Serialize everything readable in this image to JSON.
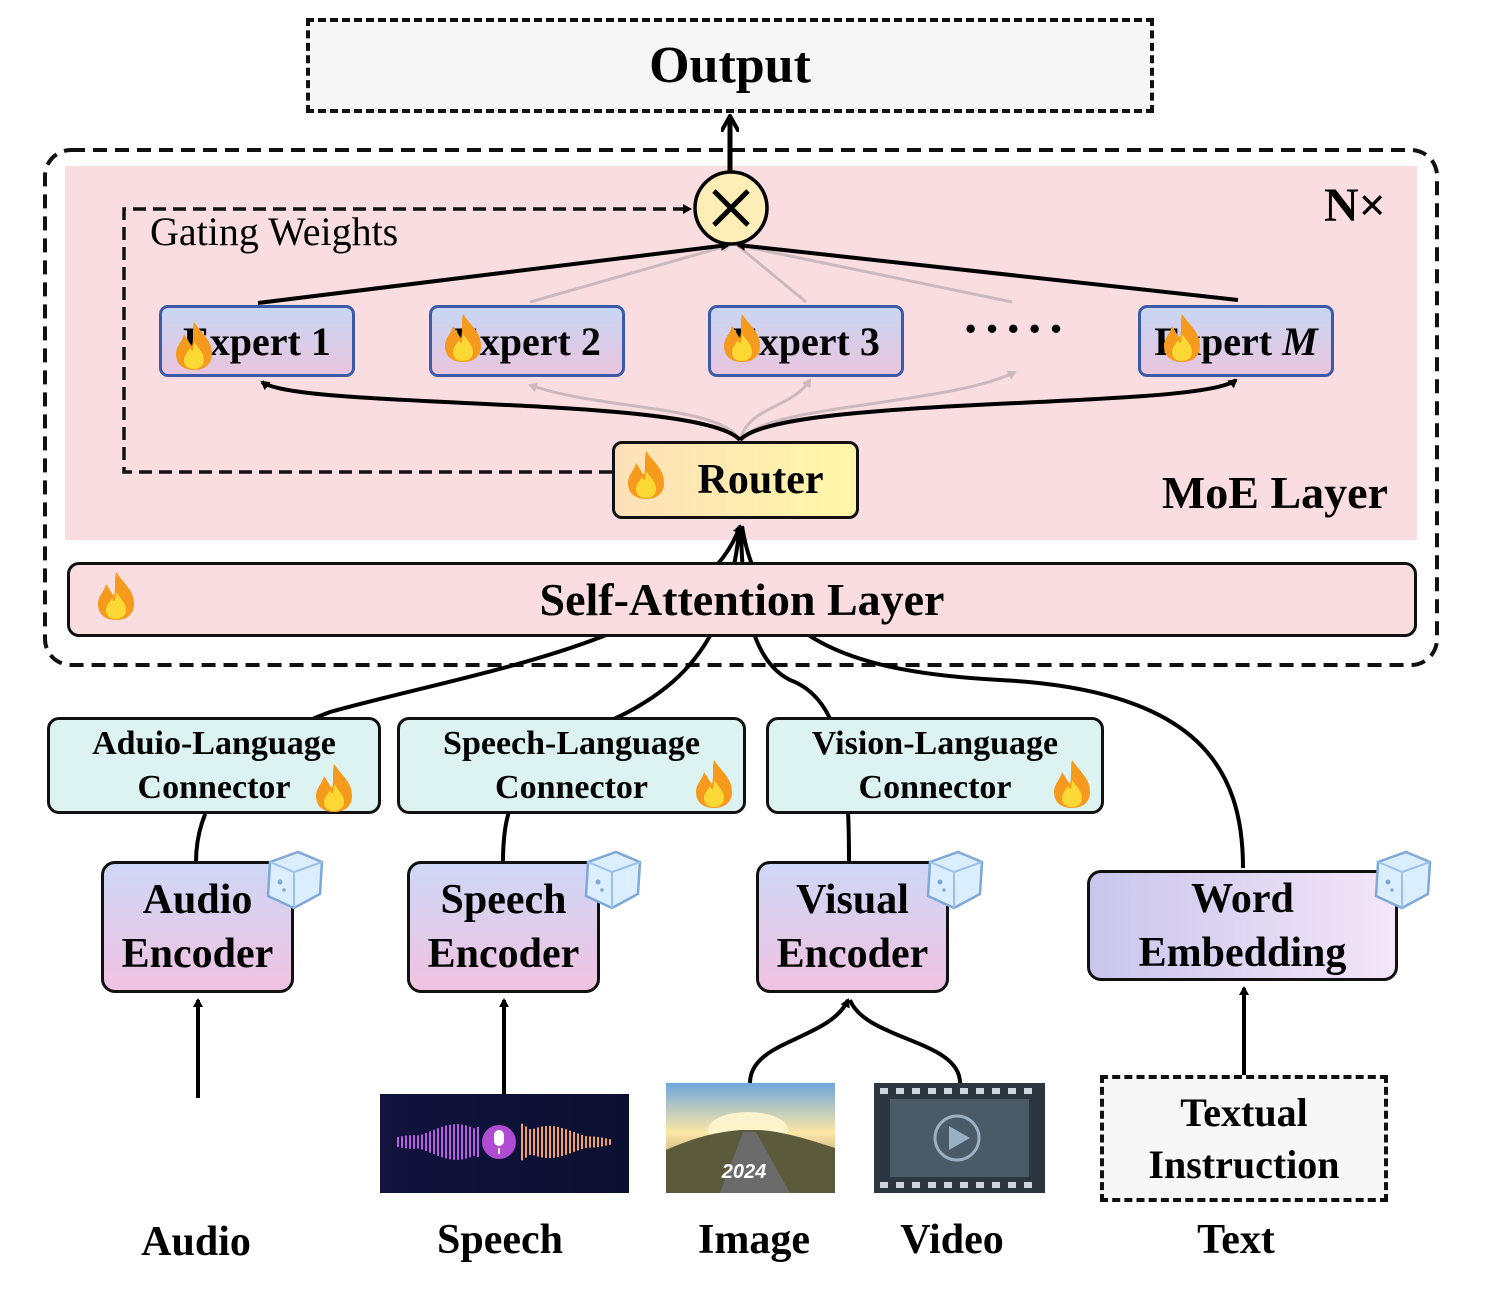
{
  "output": {
    "label": "Output"
  },
  "layer": {
    "repeat_label": "N×",
    "moe_label": "MoE Layer",
    "gating_label": "Gating Weights"
  },
  "experts": [
    {
      "label": "Expert 1"
    },
    {
      "label": "Expert 2"
    },
    {
      "label": "Expert 3"
    },
    {
      "label_prefix": "Expert ",
      "label_index": "M"
    }
  ],
  "ellipsis": "·····",
  "router": {
    "label": "Router"
  },
  "self_attention": {
    "label": "Self-Attention Layer"
  },
  "connectors": [
    {
      "line1": "Aduio-Language",
      "line2": "Connector"
    },
    {
      "line1": "Speech-Language",
      "line2": "Connector"
    },
    {
      "line1": "Vision-Language",
      "line2": "Connector"
    }
  ],
  "encoders": [
    {
      "line1": "Audio",
      "line2": "Encoder"
    },
    {
      "line1": "Speech",
      "line2": "Encoder"
    },
    {
      "line1": "Visual",
      "line2": "Encoder"
    }
  ],
  "embedding": {
    "line1": "Word",
    "line2": "Embedding"
  },
  "instruction": {
    "line1": "Textual",
    "line2": "Instruction"
  },
  "thumb_text": {
    "image_year": "2024"
  },
  "inputs": [
    "Audio",
    "Speech",
    "Image",
    "Video",
    "Text"
  ],
  "icons": {
    "trainable": "fire-icon",
    "frozen": "ice-cube-icon",
    "multiply": "multiply-icon",
    "mic": "microphone-icon",
    "play": "play-icon"
  },
  "colors": {
    "moe_bg": "#f9dde0",
    "connector_bg": "#ddf3f1",
    "expert_border": "#3c5aa6"
  }
}
